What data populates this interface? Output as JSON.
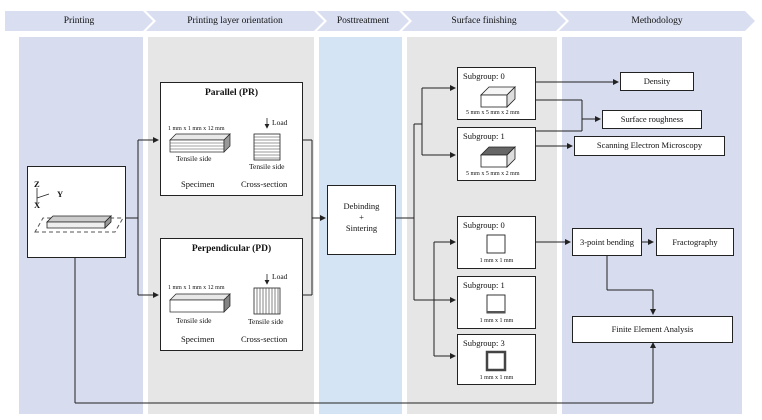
{
  "header": {
    "printing": "Printing",
    "orientation": "Printing layer orientation",
    "posttreatment": "Posttreatment",
    "surface": "Surface finishing",
    "methodology": "Methodology"
  },
  "axes": {
    "z": "Z",
    "y": "Y",
    "x": "X"
  },
  "parallel": {
    "title": "Parallel (PR)",
    "dims": "1 mm x 1 mm x 12 mm",
    "tensile_left": "Tensile side",
    "load": "Load",
    "tensile_right": "Tensile side",
    "specimen": "Specimen",
    "cross_section": "Cross-section"
  },
  "perpendicular": {
    "title": "Perpendicular (PD)",
    "dims": "1 mm x 1 mm x 12 mm",
    "tensile_left": "Tensile side",
    "load": "Load",
    "tensile_right": "Tensile side",
    "specimen": "Specimen",
    "cross_section": "Cross-section"
  },
  "posttreatment": {
    "line1": "Debinding",
    "plus": "+",
    "line2": "Sintering"
  },
  "surface_upper": [
    {
      "label": "Subgroup: 0",
      "dims": "5 mm x 5 mm x 2 mm"
    },
    {
      "label": "Subgroup: 1",
      "dims": "5 mm x 5 mm x 2 mm"
    }
  ],
  "surface_lower": [
    {
      "label": "Subgroup: 0",
      "dims": "1 mm x 1 mm"
    },
    {
      "label": "Subgroup: 1",
      "dims": "1 mm x 1 mm"
    },
    {
      "label": "Subgroup: 3",
      "dims": "1 mm x 1 mm"
    }
  ],
  "methods": {
    "density": "Density",
    "roughness": "Surface roughness",
    "sem": "Scanning Electron Microscopy",
    "bending": "3-point bending",
    "fractography": "Fractography",
    "fea": "Finite Element Analysis"
  },
  "colors": {
    "header": "#d9dff1",
    "blue_col": "#d7dcef",
    "gray_col": "#e6e6e6",
    "light_blue_col": "#d4e4f4"
  }
}
